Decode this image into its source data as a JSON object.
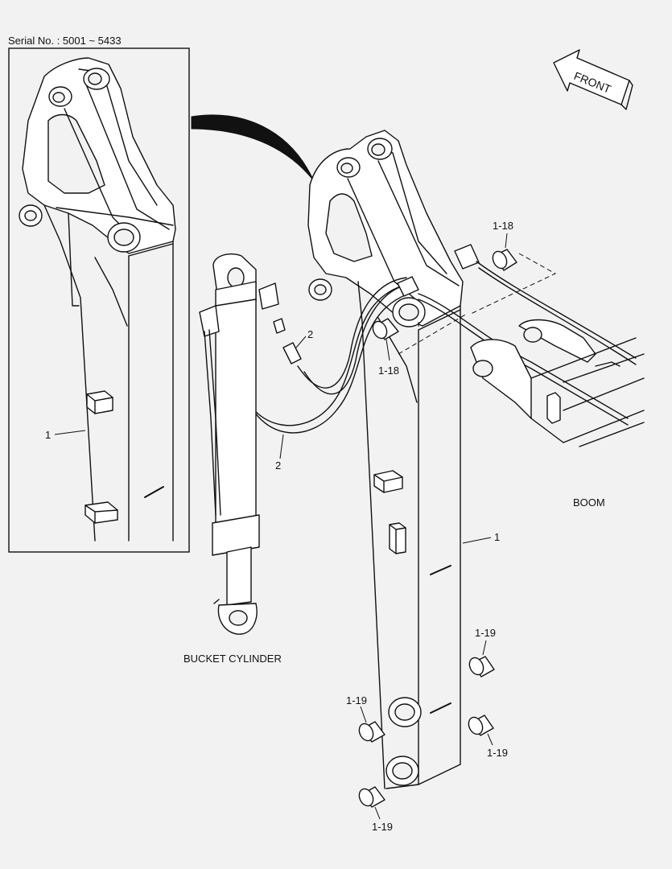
{
  "serial": "Serial No. : 5001 ~ 5433",
  "front_label": "FRONT",
  "boom_label": "BOOM",
  "bucket_cylinder_label": "BUCKET CYLINDER",
  "callouts": {
    "inset_part_1": "1",
    "arm_part_1": "1",
    "hose_upper_2": "2",
    "hose_lower_2": "2",
    "bushing_top_right": "1-18",
    "bushing_top_left": "1-18",
    "bushing_mid_right": "1-19",
    "bushing_mid_left": "1-19",
    "bushing_low_right": "1-19",
    "bushing_bottom": "1-19"
  }
}
